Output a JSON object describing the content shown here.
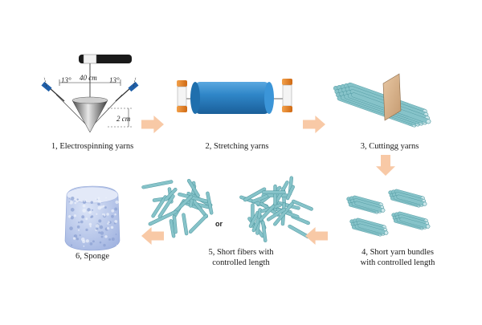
{
  "steps": [
    {
      "number": "1",
      "label": "1, Electrospinning yarns"
    },
    {
      "number": "2",
      "label": "2, Stretching yarns"
    },
    {
      "number": "3",
      "label": "3, Cuttingg yarns"
    },
    {
      "number": "4",
      "label_lines": [
        "4, Short yarn bundles",
        "with controlled length"
      ]
    },
    {
      "number": "5",
      "label_lines": [
        "5, Short fibers with",
        "controlled length"
      ]
    },
    {
      "number": "6",
      "label": "6, Sponge"
    }
  ],
  "annotations": {
    "angle_left": "13°",
    "angle_right": "13°",
    "distance": "40 cm",
    "height": "2 cm",
    "or": "or"
  },
  "colors": {
    "arrow": "#f8c9a6",
    "yarn": "#86c3c9",
    "yarn_dark": "#4e969e",
    "roller": "#2d7fc1",
    "roller_end": "#e07820",
    "blade": "#d9b48f",
    "sponge": "#b9c9ec"
  }
}
